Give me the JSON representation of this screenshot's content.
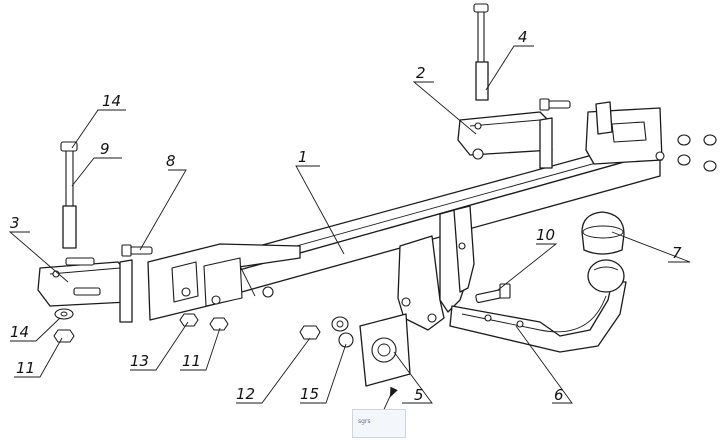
{
  "diagram": {
    "callouts": [
      {
        "id": "c1",
        "label": "1"
      },
      {
        "id": "c2",
        "label": "2"
      },
      {
        "id": "c3",
        "label": "3"
      },
      {
        "id": "c4",
        "label": "4"
      },
      {
        "id": "c5",
        "label": "5"
      },
      {
        "id": "c6",
        "label": "6"
      },
      {
        "id": "c7",
        "label": "7"
      },
      {
        "id": "c8",
        "label": "8"
      },
      {
        "id": "c9",
        "label": "9"
      },
      {
        "id": "c10",
        "label": "10"
      },
      {
        "id": "c11a",
        "label": "11"
      },
      {
        "id": "c11b",
        "label": "11"
      },
      {
        "id": "c12",
        "label": "12"
      },
      {
        "id": "c13",
        "label": "13"
      },
      {
        "id": "c14a",
        "label": "14"
      },
      {
        "id": "c14b",
        "label": "14"
      },
      {
        "id": "c15",
        "label": "15"
      }
    ],
    "stamp_text": "sgrs"
  }
}
